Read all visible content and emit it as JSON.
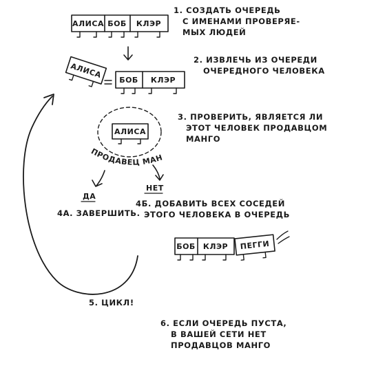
{
  "steps": {
    "step1": [
      "1. СОЗДАТЬ ОЧЕРЕДЬ",
      "С ИМЕНАМИ ПРОВЕРЯЕ-",
      "МЫХ ЛЮДЕЙ"
    ],
    "step2": [
      "2. ИЗВЛЕЧЬ ИЗ ОЧЕРЕДИ",
      "ОЧЕРЕДНОГО ЧЕЛОВЕКА"
    ],
    "step3": [
      "3. ПРОВЕРИТЬ, ЯВЛЯЕТСЯ ЛИ",
      "ЭТОТ ЧЕЛОВЕК ПРОДАВЦОМ",
      "МАНГО"
    ],
    "step4a": "4А. ЗАВЕРШИТЬ.",
    "step4b": [
      "4Б. ДОБАВИТЬ ВСЕХ СОСЕДЕЙ",
      "ЭТОГО ЧЕЛОВЕКА В ОЧЕРЕДЬ"
    ],
    "step5": "5. ЦИКЛ!",
    "step6": [
      "6. ЕСЛИ ОЧЕРЕДЬ ПУСТА,",
      "В ВАШЕЙ СЕТИ НЕТ",
      "ПРОДАВЦОВ МАНГО"
    ]
  },
  "queues": {
    "q1": [
      "АЛИСА",
      "БОБ",
      "КЛЭР"
    ],
    "popped": "АЛИСА",
    "q2": [
      "БОБ",
      "КЛЭР"
    ],
    "checking": "АЛИСА",
    "q3": [
      "БОБ",
      "КЛЭР",
      "ПЕГГИ"
    ]
  },
  "labels": {
    "mango_seller": "ПРОДАВЕЦ МАНГО",
    "yes": "ДА",
    "no": "НЕТ"
  }
}
